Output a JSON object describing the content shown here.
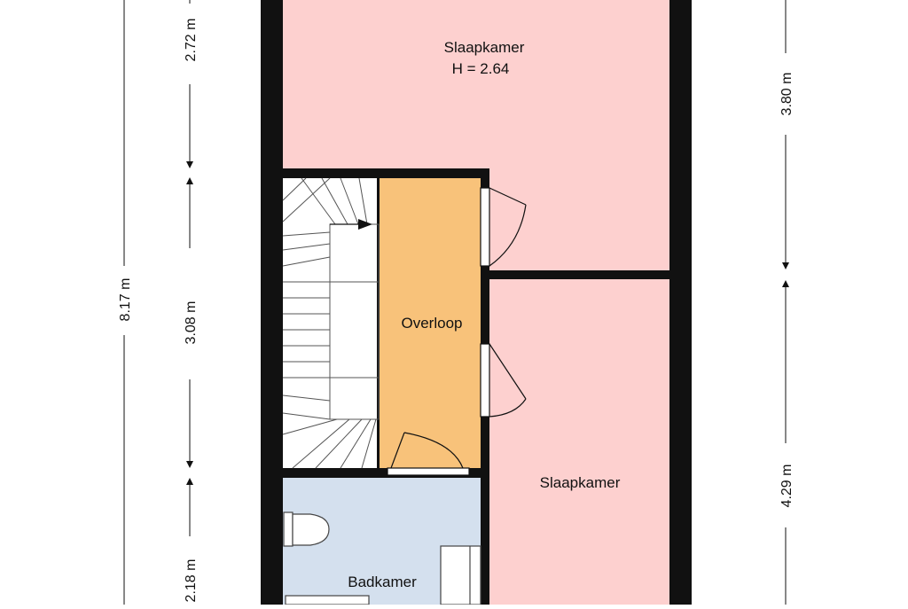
{
  "colors": {
    "bedroom": "#fdd0cf",
    "landing": "#f8c27a",
    "bathroom": "#d4e0ee",
    "wall": "#111111",
    "stair": "#ffffff"
  },
  "rooms": {
    "slaapkamer_top": {
      "name": "Slaapkamer",
      "height": "H = 2.64"
    },
    "overloop": {
      "name": "Overloop"
    },
    "slaapkamer_right": {
      "name": "Slaapkamer"
    },
    "badkamer": {
      "name": "Badkamer"
    }
  },
  "dimensions": {
    "left_total": "8.17 m",
    "left_top": "2.72 m",
    "left_middle": "3.08 m",
    "left_bottom": "2.18 m",
    "right_top": "3.80 m",
    "right_bottom": "4.29 m"
  }
}
